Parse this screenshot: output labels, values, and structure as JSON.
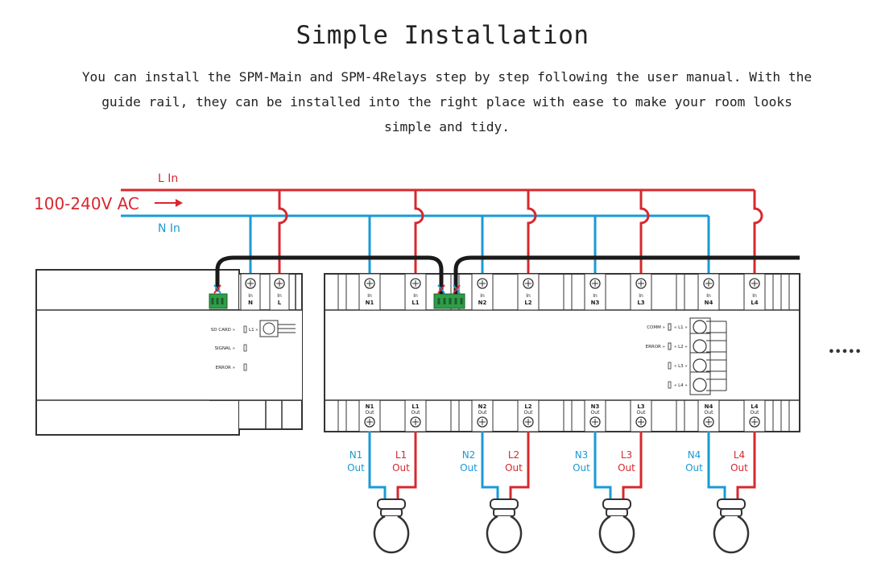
{
  "header": {
    "title": "Simple Installation",
    "description": "You can install the SPM-Main and SPM-4Relays step by step following the user manual. With the guide rail, they can be installed into the right place with ease to make your room looks simple and tidy."
  },
  "diagram": {
    "supply_label": "100-240V AC",
    "l_in_label": "L In",
    "n_in_label": "N In",
    "more_label": "•••••",
    "main_unit": {
      "terminals": [
        {
          "top": "In",
          "bottom": "N"
        },
        {
          "top": "In",
          "bottom": "L"
        }
      ],
      "indicators": [
        "SD CARD",
        "SIGNAL",
        "ERROR"
      ],
      "port_label": "L1"
    },
    "relay_unit": {
      "top_terminals": [
        {
          "top": "In",
          "bottom": "N1"
        },
        {
          "top": "In",
          "bottom": "L1"
        },
        {
          "top": "In",
          "bottom": "N2"
        },
        {
          "top": "In",
          "bottom": "L2"
        },
        {
          "top": "In",
          "bottom": "N3"
        },
        {
          "top": "In",
          "bottom": "L3"
        },
        {
          "top": "In",
          "bottom": "N4"
        },
        {
          "top": "In",
          "bottom": "L4"
        }
      ],
      "bottom_terminals": [
        {
          "top": "N1",
          "bottom": "Out"
        },
        {
          "top": "L1",
          "bottom": "Out"
        },
        {
          "top": "N2",
          "bottom": "Out"
        },
        {
          "top": "L2",
          "bottom": "Out"
        },
        {
          "top": "N3",
          "bottom": "Out"
        },
        {
          "top": "L3",
          "bottom": "Out"
        },
        {
          "top": "N4",
          "bottom": "Out"
        },
        {
          "top": "L4",
          "bottom": "Out"
        }
      ],
      "indicators": [
        "COMM",
        "ERROR"
      ],
      "ports": [
        "L1",
        "L2",
        "L3",
        "L4"
      ]
    },
    "outputs": [
      {
        "n_label": "N1",
        "l_label": "L1",
        "out": "Out"
      },
      {
        "n_label": "N2",
        "l_label": "L2",
        "out": "Out"
      },
      {
        "n_label": "N3",
        "l_label": "L3",
        "out": "Out"
      },
      {
        "n_label": "N4",
        "l_label": "L4",
        "out": "Out"
      }
    ]
  },
  "colors": {
    "live": "#d7282f",
    "neutral": "#1a9ad6",
    "outline": "#333333",
    "connector": "#2e9e48"
  }
}
